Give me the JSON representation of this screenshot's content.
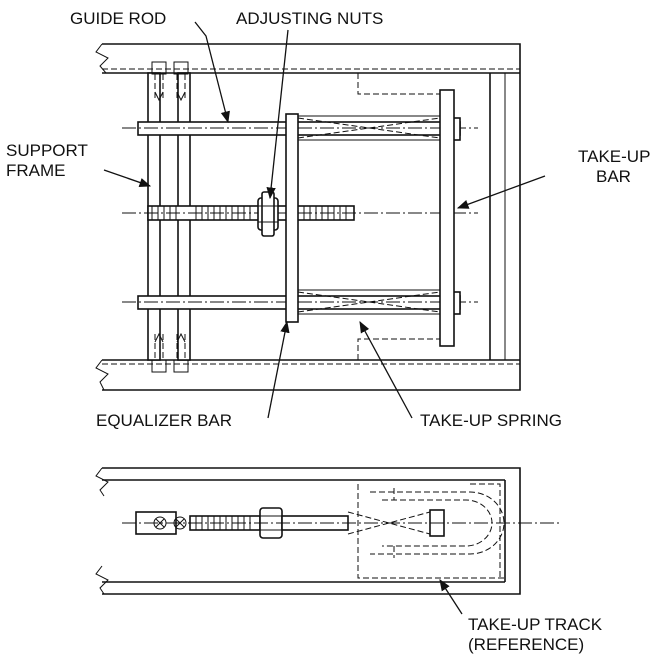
{
  "labels": {
    "guide_rod": "GUIDE ROD",
    "adjusting_nuts": "ADJUSTING NUTS",
    "support_frame_1": "SUPPORT",
    "support_frame_2": "FRAME",
    "take_up_bar_1": "TAKE-UP",
    "take_up_bar_2": "BAR",
    "equalizer_bar": "EQUALIZER BAR",
    "take_up_spring": "TAKE-UP SPRING",
    "take_up_track_1": "TAKE-UP TRACK",
    "take_up_track_2": "(REFERENCE)"
  },
  "colors": {
    "ink": "#111111",
    "paper": "#ffffff"
  }
}
